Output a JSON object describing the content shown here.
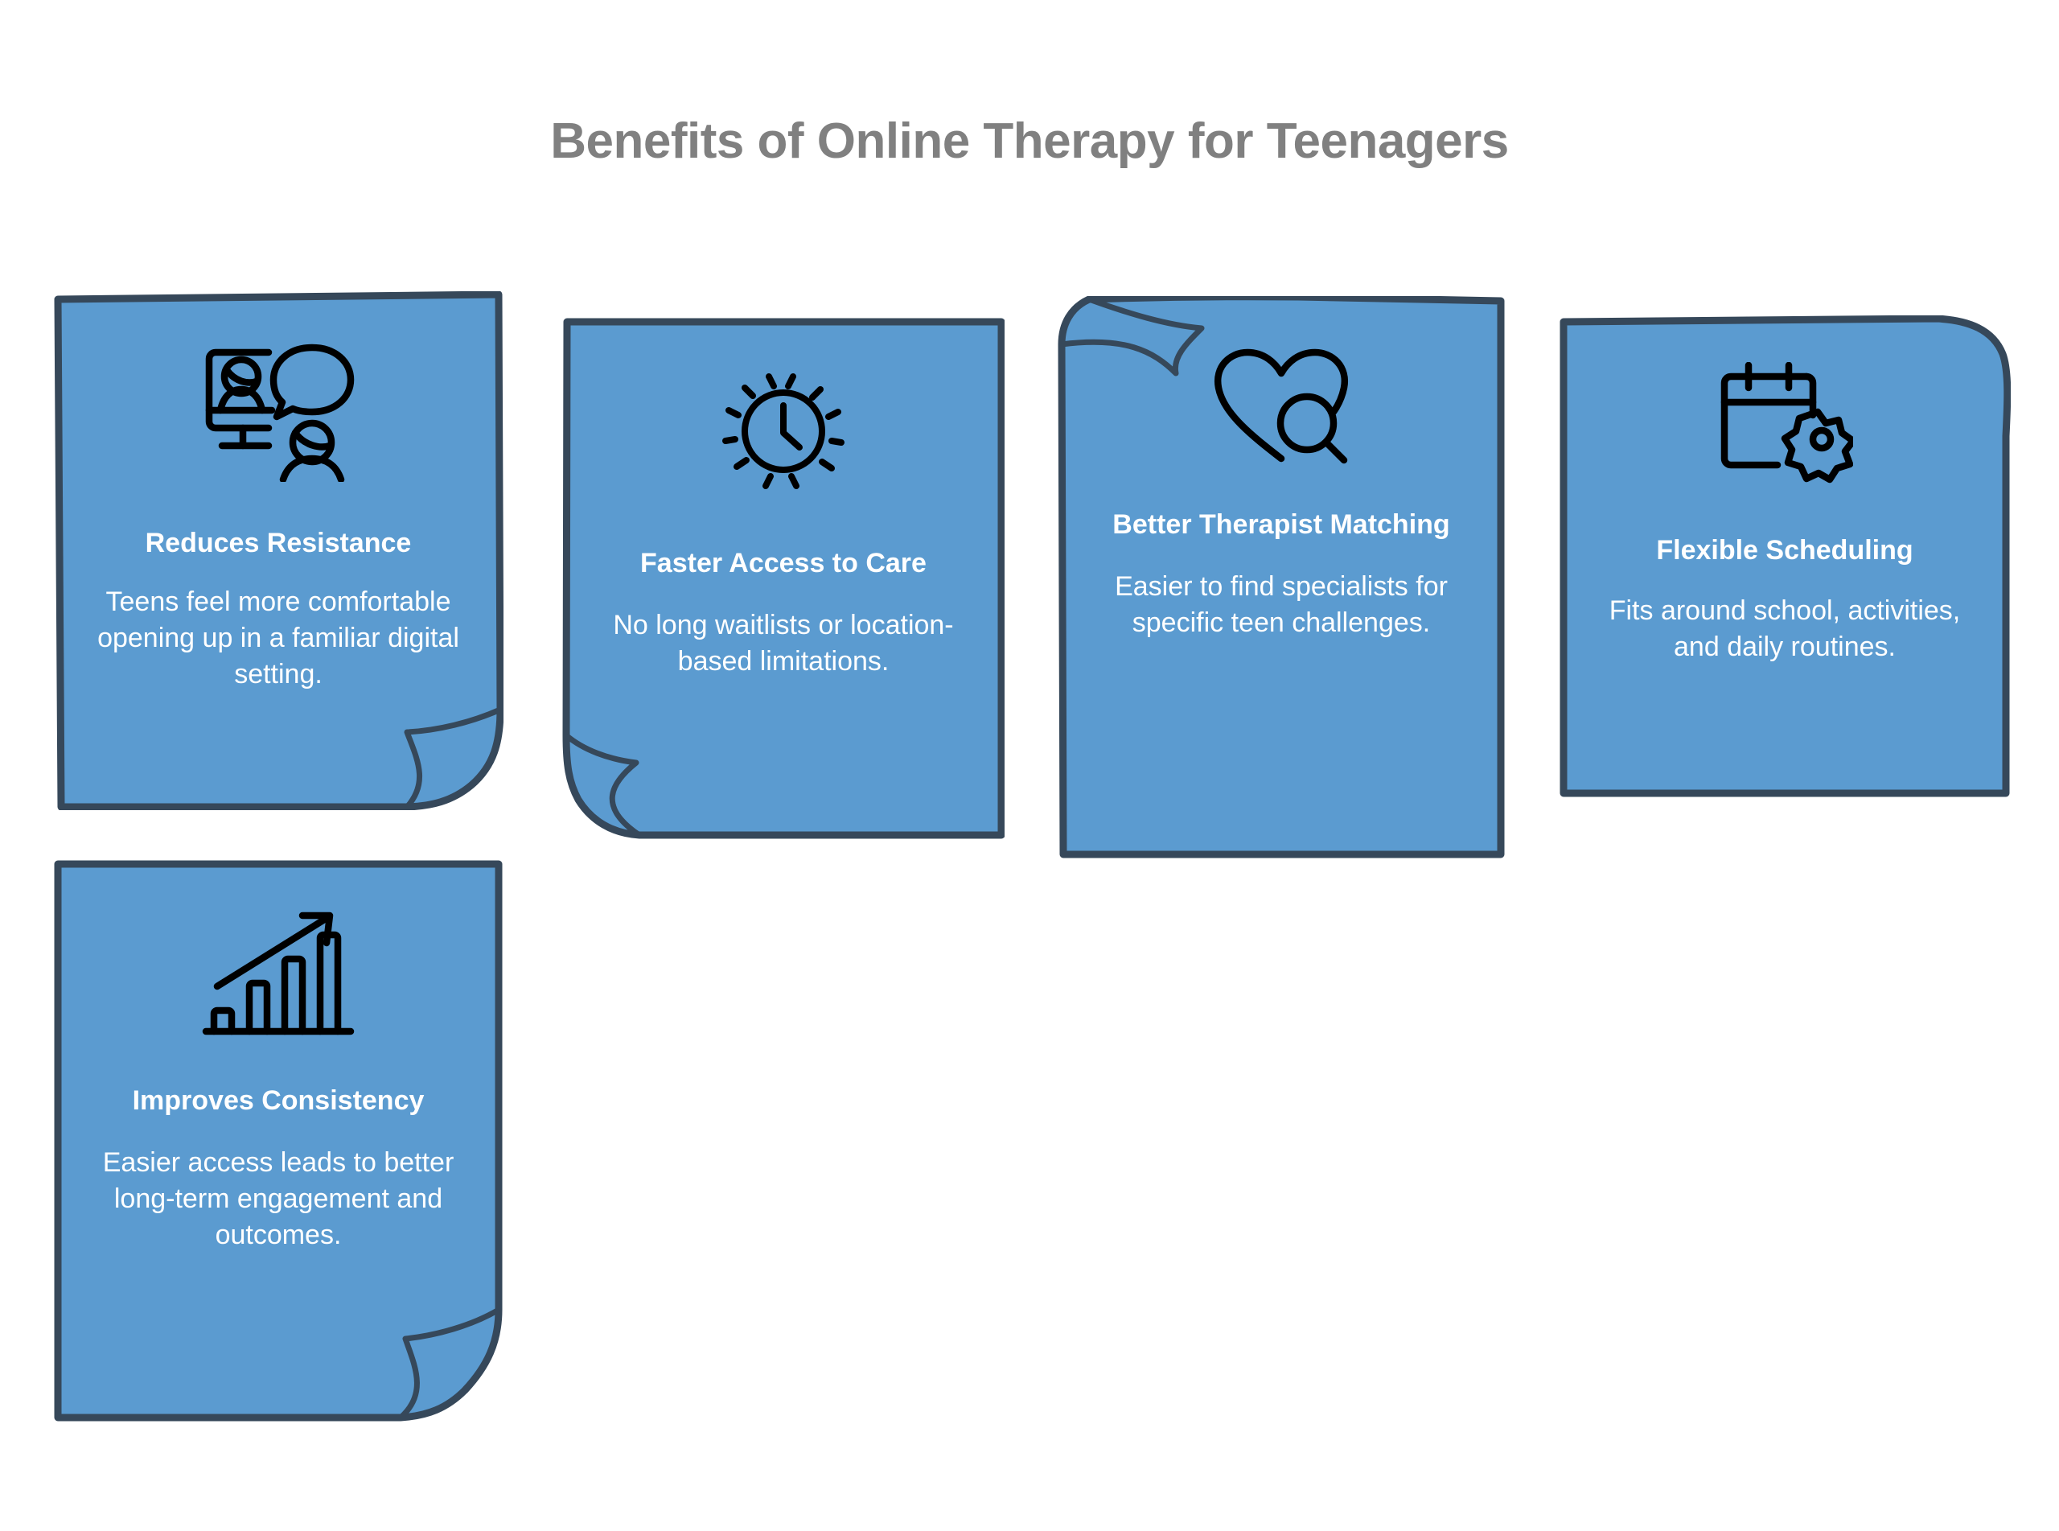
{
  "header": {
    "title": "Benefits of Online Therapy for Teenagers",
    "title_color": "#808080"
  },
  "theme": {
    "card_fill": "#5b9bd0",
    "card_border": "#36485a",
    "card_text": "#ffffff",
    "icon_stroke": "#000000",
    "background": "#ffffff"
  },
  "cards": [
    {
      "icon": "video-call-chat-icon",
      "title": "Reduces Resistance",
      "description": "Teens feel more comfortable opening up in a familiar digital setting."
    },
    {
      "icon": "clock-icon",
      "title": "Faster Access to Care",
      "description": "No long waitlists or location-based limitations."
    },
    {
      "icon": "heart-search-icon",
      "title": "Better Therapist Matching",
      "description": "Easier to find specialists for specific teen challenges."
    },
    {
      "icon": "calendar-gear-icon",
      "title": "Flexible Scheduling",
      "description": "Fits around school, activities, and daily routines."
    },
    {
      "icon": "growth-chart-icon",
      "title": "Improves Consistency",
      "description": "Easier access leads to better long-term engagement and outcomes."
    }
  ]
}
